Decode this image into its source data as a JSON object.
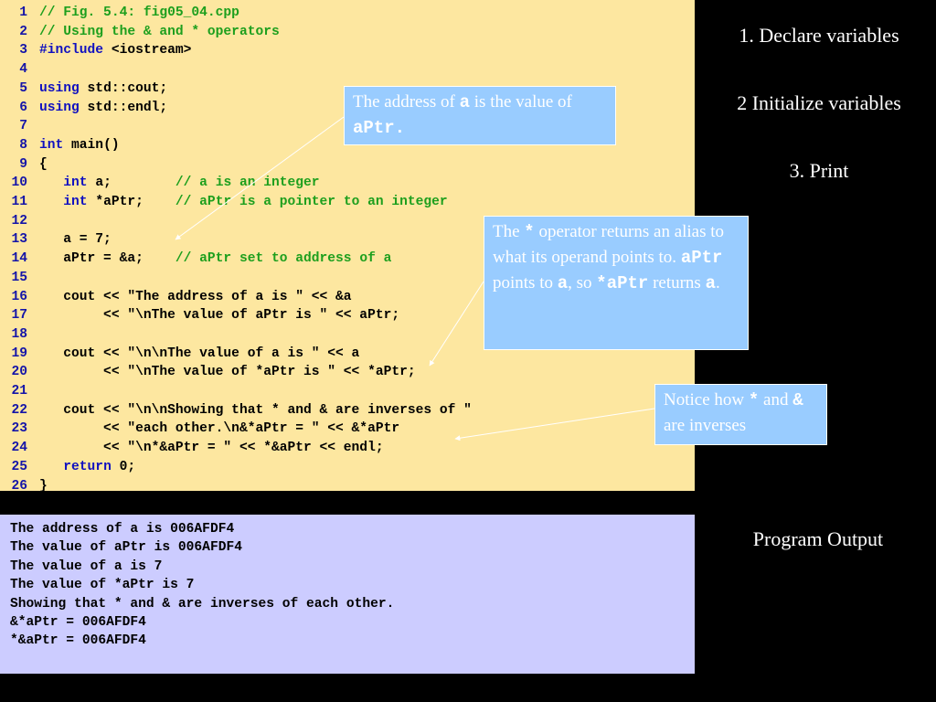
{
  "code_lines": [
    {
      "n": "1",
      "tokens": [
        {
          "t": "// Fig. 5.4: fig05_04.cpp",
          "c": "comment"
        }
      ]
    },
    {
      "n": "2",
      "tokens": [
        {
          "t": "// Using the & and * operators",
          "c": "comment"
        }
      ]
    },
    {
      "n": "3",
      "tokens": [
        {
          "t": "#include",
          "c": "kw"
        },
        {
          "t": " <iostream>",
          "c": "plain"
        }
      ]
    },
    {
      "n": "4",
      "tokens": []
    },
    {
      "n": "5",
      "tokens": [
        {
          "t": "using",
          "c": "kw"
        },
        {
          "t": " std::cout;",
          "c": "plain"
        }
      ]
    },
    {
      "n": "6",
      "tokens": [
        {
          "t": "using",
          "c": "kw"
        },
        {
          "t": " std::endl;",
          "c": "plain"
        }
      ]
    },
    {
      "n": "7",
      "tokens": []
    },
    {
      "n": "8",
      "tokens": [
        {
          "t": "int",
          "c": "kw"
        },
        {
          "t": " main()",
          "c": "plain"
        }
      ]
    },
    {
      "n": "9",
      "tokens": [
        {
          "t": "{",
          "c": "plain"
        }
      ]
    },
    {
      "n": "10",
      "tokens": [
        {
          "t": "   ",
          "c": "plain"
        },
        {
          "t": "int",
          "c": "kw"
        },
        {
          "t": " a;        ",
          "c": "plain"
        },
        {
          "t": "// a is an integer",
          "c": "comment"
        }
      ]
    },
    {
      "n": "11",
      "tokens": [
        {
          "t": "   ",
          "c": "plain"
        },
        {
          "t": "int",
          "c": "kw"
        },
        {
          "t": " *aPtr;    ",
          "c": "plain"
        },
        {
          "t": "// aPtr is a pointer to an integer",
          "c": "comment"
        }
      ]
    },
    {
      "n": "12",
      "tokens": []
    },
    {
      "n": "13",
      "tokens": [
        {
          "t": "   a = 7;",
          "c": "plain"
        }
      ]
    },
    {
      "n": "14",
      "tokens": [
        {
          "t": "   aPtr = &a;    ",
          "c": "plain"
        },
        {
          "t": "// aPtr set to address of a",
          "c": "comment"
        }
      ]
    },
    {
      "n": "15",
      "tokens": []
    },
    {
      "n": "16",
      "tokens": [
        {
          "t": "   cout << \"The address of a is \" << &a",
          "c": "plain"
        }
      ]
    },
    {
      "n": "17",
      "tokens": [
        {
          "t": "        << \"\\nThe value of aPtr is \" << aPtr;",
          "c": "plain"
        }
      ]
    },
    {
      "n": "18",
      "tokens": []
    },
    {
      "n": "19",
      "tokens": [
        {
          "t": "   cout << \"\\n\\nThe value of a is \" << a",
          "c": "plain"
        }
      ]
    },
    {
      "n": "20",
      "tokens": [
        {
          "t": "        << \"\\nThe value of *aPtr is \" << *aPtr;",
          "c": "plain"
        }
      ]
    },
    {
      "n": "21",
      "tokens": []
    },
    {
      "n": "22",
      "tokens": [
        {
          "t": "   cout << \"\\n\\nShowing that * and & are inverses of \"",
          "c": "plain"
        }
      ]
    },
    {
      "n": "23",
      "tokens": [
        {
          "t": "        << \"each other.\\n&*aPtr = \" << &*aPtr",
          "c": "plain"
        }
      ]
    },
    {
      "n": "24",
      "tokens": [
        {
          "t": "        << \"\\n*&aPtr = \" << *&aPtr << endl;",
          "c": "plain"
        }
      ]
    },
    {
      "n": "25",
      "tokens": [
        {
          "t": "   ",
          "c": "plain"
        },
        {
          "t": "return",
          "c": "kw"
        },
        {
          "t": " 0;",
          "c": "plain"
        }
      ]
    },
    {
      "n": "26",
      "tokens": [
        {
          "t": "}",
          "c": "plain"
        }
      ]
    }
  ],
  "steps": [
    "1.  Declare variables",
    "2  Initialize variables",
    "3.  Print"
  ],
  "callouts": [
    {
      "parts": [
        {
          "t": "The address of "
        },
        {
          "t": "a",
          "mono": true
        },
        {
          "t": " is the value of "
        },
        {
          "t": "aPtr.",
          "mono": true
        }
      ]
    },
    {
      "parts": [
        {
          "t": "The "
        },
        {
          "t": "*",
          "mono": true
        },
        {
          "t": " operator returns an alias to what its operand points to.  "
        },
        {
          "t": "aPtr",
          "mono": true
        },
        {
          "t": " points to "
        },
        {
          "t": "a",
          "mono": true
        },
        {
          "t": ", so "
        },
        {
          "t": "*aPtr",
          "mono": true
        },
        {
          "t": " returns "
        },
        {
          "t": "a",
          "mono": true
        },
        {
          "t": "."
        }
      ]
    },
    {
      "parts": [
        {
          "t": "Notice how "
        },
        {
          "t": "*",
          "mono": true
        },
        {
          "t": " and "
        },
        {
          "t": "&",
          "mono": true
        },
        {
          "t": " are inverses"
        }
      ]
    }
  ],
  "output_lines": [
    "The address of a is 006AFDF4",
    "The value of aPtr is 006AFDF4",
    "The value of a is 7",
    "The value of *aPtr is 7",
    "Showing that * and & are inverses of each other.",
    "&*aPtr = 006AFDF4",
    "*&aPtr = 006AFDF4"
  ],
  "output_caption": "Program Output",
  "colors": {
    "background": "#000000",
    "code_background": "#fde7a0",
    "output_background": "#ccccff",
    "callout_background": "#99ccff",
    "comment": "#1d9f1d",
    "keyword": "#1010c0",
    "line_number": "#1515a8"
  }
}
